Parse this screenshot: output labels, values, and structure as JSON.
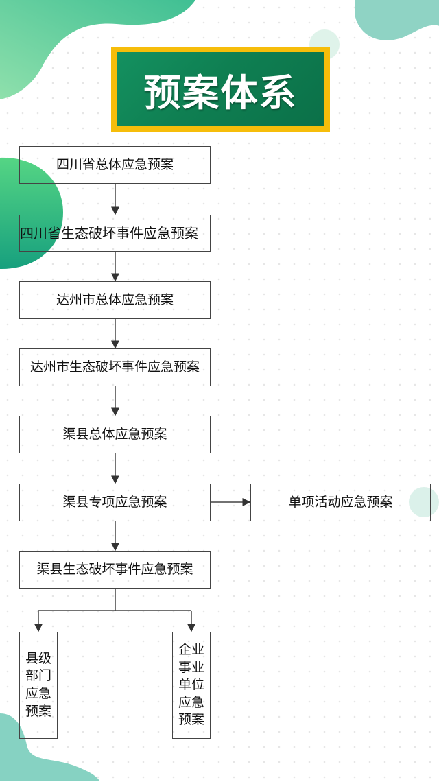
{
  "title": "预案体系",
  "nodes": {
    "n1": "四川省总体应急预案",
    "n2": "四川省生态破坏事件应急预案",
    "n3": "达州市总体应急预案",
    "n4": "达州市生态破坏事件应急预案",
    "n5": "渠县总体应急预案",
    "n6": "渠县专项应急预案",
    "n6r": "单项活动应急预案",
    "n7": "渠县生态破坏事件应急预案",
    "leaf1": "县级部门应急预案",
    "leaf2": "企业事业单位应急预案"
  },
  "colors": {
    "title_bg": "#0f7f52",
    "title_border": "#f6bd0a",
    "blob": "#3cc08a"
  }
}
